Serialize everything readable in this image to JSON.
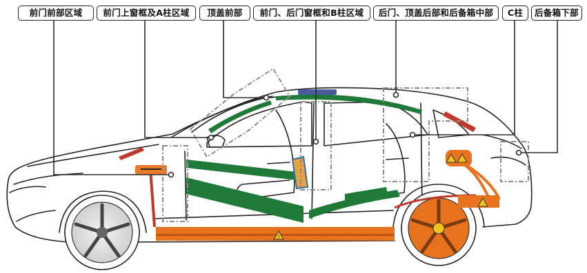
{
  "labels": {
    "front_door_front": "前门前部区域",
    "front_door_upper_a_pillar": "前门上窗框及A柱区域",
    "roof_front": "顶盖前部",
    "doors_b_pillar": "前门、后门窗框和B柱区域",
    "rear_door_roof_rear": "后门、顶盖后部和后备箱中部",
    "c_pillar": "C柱",
    "trunk_lower": "后备箱下部"
  },
  "colors": {
    "green_zone": "#1f7a3a",
    "orange_cable": "#e8731e",
    "battery_orange": "#e87a2a",
    "red_zone": "#c0392b",
    "blue_module": "#4a5a9c",
    "dashed_outline": "#8a8a8a",
    "leader_line": "#2a2a2a",
    "warning_yellow": "#f2c31b"
  },
  "icons": {
    "warning": "warning-triangle-icon"
  }
}
